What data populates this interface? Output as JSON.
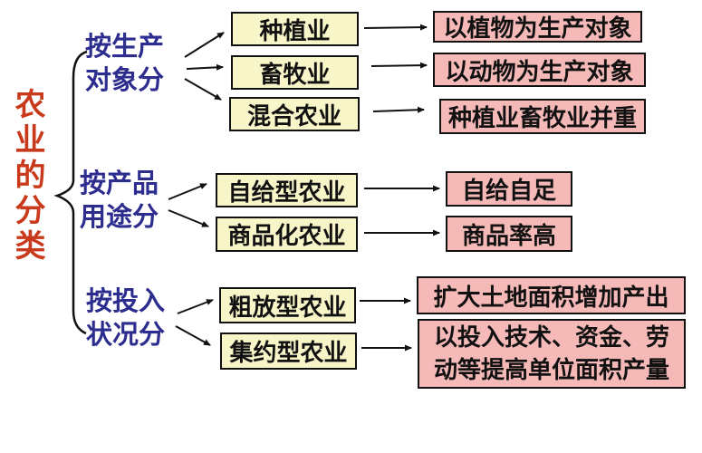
{
  "title": {
    "text": "农业的分类"
  },
  "groups": [
    {
      "label_line1": "按生产",
      "label_line2": "对象分",
      "items": [
        {
          "type": "种植业",
          "desc": "以植物为生产对象"
        },
        {
          "type": "畜牧业",
          "desc": "以动物为生产对象"
        },
        {
          "type": "混合农业",
          "desc": "种植业畜牧业并重"
        }
      ]
    },
    {
      "label_line1": "按产品",
      "label_line2": "用途分",
      "items": [
        {
          "type": "自给型农业",
          "desc": "自给自足"
        },
        {
          "type": "商品化农业",
          "desc": "商品率高"
        }
      ]
    },
    {
      "label_line1": "按投入",
      "label_line2": "状况分",
      "items": [
        {
          "type": "粗放型农业",
          "desc": "扩大土地面积增加产出"
        },
        {
          "type": "集约型农业",
          "desc": "以投入技术、资金、劳动等提高单位面积产量",
          "desc_lines": [
            "以投入技术、资金、劳",
            "动等提高单位面积产量"
          ]
        }
      ]
    }
  ],
  "colors": {
    "title_red": "#c9391b",
    "label_blue": "#2d2d8f",
    "type_box_fill": "#f8f5c9",
    "desc_box_fill": "#f5b9b8",
    "line_black": "#111111",
    "background": "#ffffff"
  }
}
